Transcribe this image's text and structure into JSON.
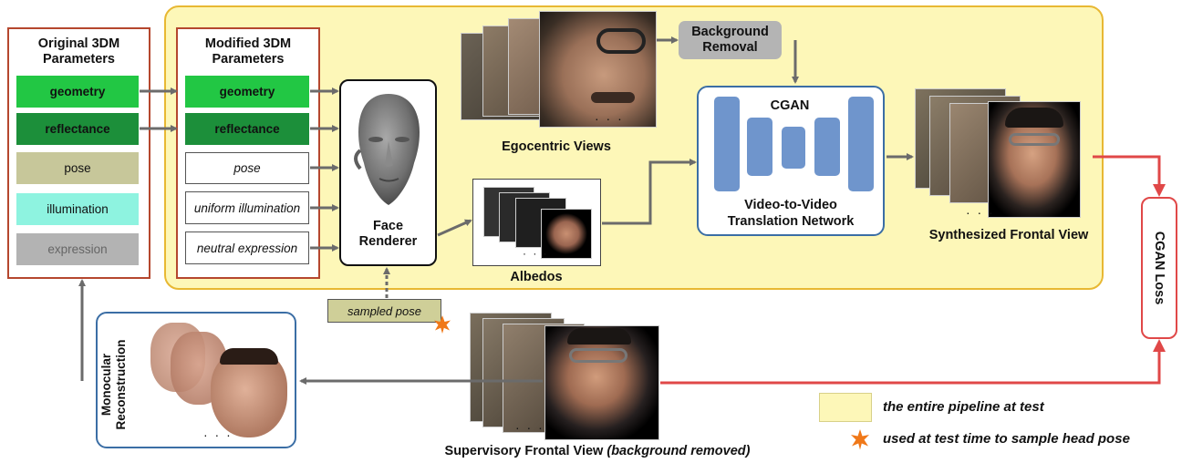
{
  "original_panel": {
    "title": "Original 3DM Parameters",
    "items": [
      {
        "label": "geometry",
        "color": "#22c744"
      },
      {
        "label": "reflectance",
        "color": "#1c8f3a"
      },
      {
        "label": "pose",
        "color": "#c7c79a"
      },
      {
        "label": "illumination",
        "color": "#8ef3e0"
      },
      {
        "label": "expression",
        "color": "#b3b3b3"
      }
    ]
  },
  "modified_panel": {
    "title": "Modified 3DM Parameters",
    "items": [
      {
        "label": "geometry"
      },
      {
        "label": "reflectance"
      },
      {
        "label": "pose"
      },
      {
        "label": "uniform illumination"
      },
      {
        "label": "neutral expression"
      }
    ]
  },
  "face_renderer": {
    "label": "Face Renderer",
    "icon": "face-mesh-icon"
  },
  "egocentric": {
    "label": "Egocentric Views",
    "dots": "· · ·"
  },
  "albedos": {
    "label": "Albedos",
    "dots": "· · ·"
  },
  "background_removal": {
    "label": "Background Removal"
  },
  "cgan": {
    "title": "CGAN",
    "caption": "Video-to-Video Translation Network"
  },
  "synth": {
    "label": "Synthesized Frontal View",
    "dots": "· · ·"
  },
  "loss": {
    "label": "CGAN Loss"
  },
  "sampled_pose": {
    "label": "sampled pose"
  },
  "supervisory": {
    "label": "Supervisory Frontal View",
    "note": "(background removed)",
    "dots": "· · ·"
  },
  "monocular": {
    "label": "Monocular Reconstruction",
    "dots": "· · ·"
  },
  "legend": {
    "pipeline": "the entire pipeline at test",
    "star": "used at test time to sample head pose",
    "star_color": "#f07818",
    "pipeline_color": "#fdf7b8"
  },
  "colors": {
    "arrow": "#6b6b6b",
    "loss_arrow": "#e04848",
    "net": "#3b6ea5"
  }
}
